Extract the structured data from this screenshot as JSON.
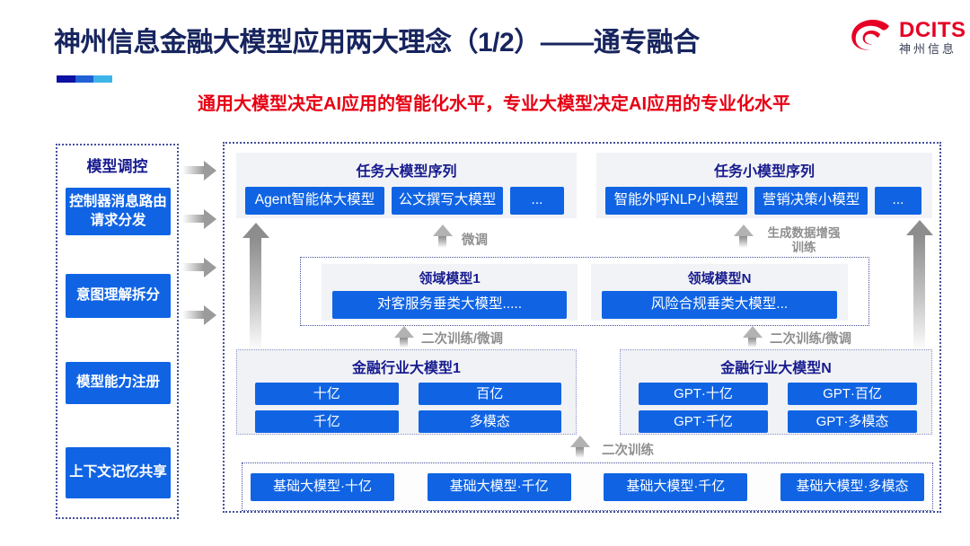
{
  "header": {
    "title": "神州信息金融大模型应用两大理念（1/2）——通专融合",
    "subtitle": "通用大模型决定AI应用的智能化水平，专业大模型决定AI应用的专业化水平",
    "logo": {
      "brand": "DCITS",
      "brand_cn": "神州信息"
    }
  },
  "colors": {
    "title_navy": "#17245e",
    "header_navy": "#171b8e",
    "highlight_red": "#e60013",
    "brand_red": "#e60025",
    "chip_blue": "#1064e4",
    "arrow_gray": "#9b9b9b",
    "accent_segments": [
      "#0d11a3",
      "#2161d6",
      "#3eb5e9"
    ]
  },
  "sidebar": {
    "title": "模型调控",
    "items": [
      {
        "label": "控制器消息路由请求分发"
      },
      {
        "label": "意图理解拆分"
      },
      {
        "label": "模型能力注册"
      },
      {
        "label": "上下文记忆共享"
      }
    ]
  },
  "diagram": {
    "task_large": {
      "title": "任务大模型序列",
      "items": [
        "Agent智能体大模型",
        "公文撰写大模型",
        "..."
      ]
    },
    "task_small": {
      "title": "任务小模型序列",
      "items": [
        "智能外呼NLP小模型",
        "营销决策小模型",
        "..."
      ]
    },
    "labels": {
      "finetune": "微调",
      "gen_data_training": "生成数据增强训练",
      "secondary_finetune_left": "二次训练/微调",
      "secondary_finetune_right": "二次训练/微调",
      "secondary_training": "二次训练"
    },
    "domain": {
      "groups": [
        {
          "title": "领域模型1",
          "item": "对客服务垂类大模型....."
        },
        {
          "title": "领域模型N",
          "item": "风险合规垂类大模型..."
        }
      ]
    },
    "industry": [
      {
        "title": "金融行业大模型1",
        "items": [
          "十亿",
          "百亿",
          "千亿",
          "多模态"
        ]
      },
      {
        "title": "金融行业大模型N",
        "items": [
          "GPT·十亿",
          "GPT·百亿",
          "GPT·千亿",
          "GPT·多模态"
        ]
      }
    ],
    "base_models": [
      "基础大模型·十亿",
      "基础大模型·千亿",
      "基础大模型·千亿",
      "基础大模型·多模态"
    ]
  }
}
